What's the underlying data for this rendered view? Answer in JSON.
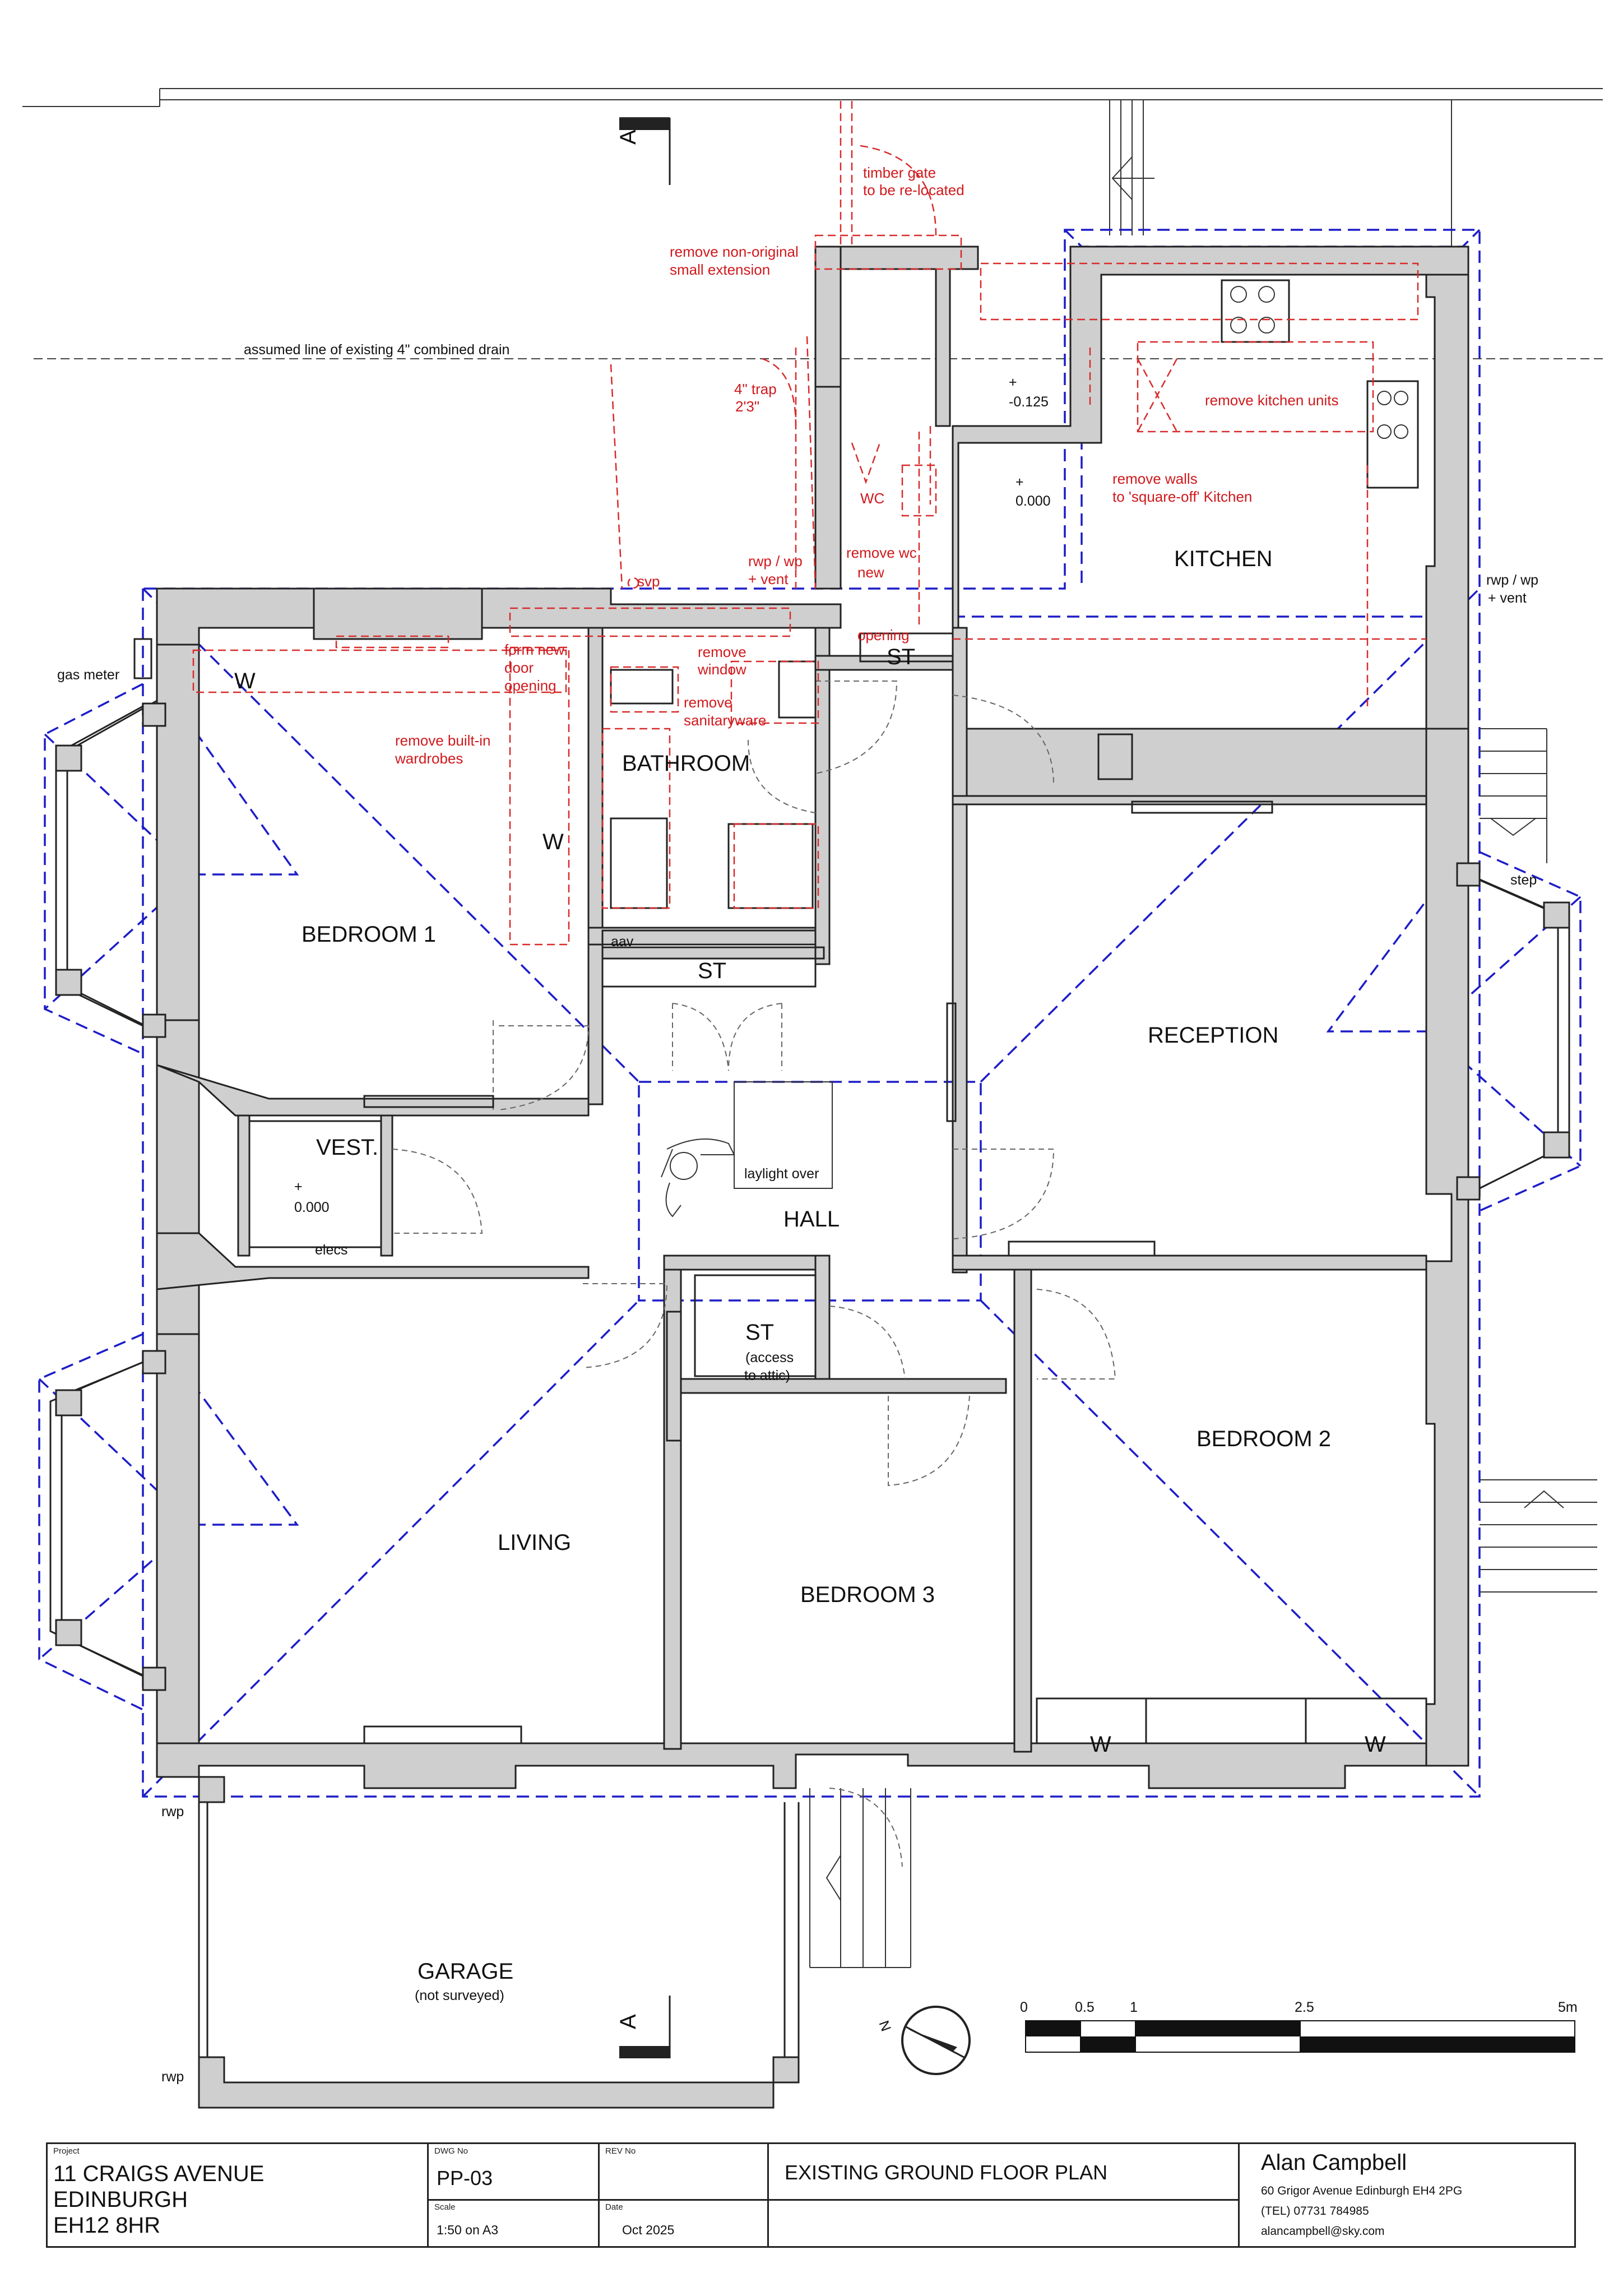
{
  "rooms": {
    "kitchen": "KITCHEN",
    "bathroom": "BATHROOM",
    "bedroom1": "BEDROOM 1",
    "bedroom2": "BEDROOM 2",
    "bedroom3": "BEDROOM 3",
    "reception": "RECEPTION",
    "hall": "HALL",
    "living": "LIVING",
    "vest": "VEST.",
    "garage": "GARAGE",
    "garage_note": "(not surveyed)",
    "st": "ST",
    "st_attic_1": "(access",
    "st_attic_2": "to attic)",
    "wc": "WC",
    "w": "W"
  },
  "notes": {
    "timber_gate_1": "timber gate",
    "timber_gate_2": "to be re-located",
    "remove_ext_1": "remove non-original",
    "remove_ext_2": "small extension",
    "trap_1": "4\" trap",
    "trap_2": "2'3\"",
    "remove_kitchen_units": "remove kitchen units",
    "remove_walls_1": "remove walls",
    "remove_walls_2": "to 'square-off' Kitchen",
    "remove_wc": "remove wc",
    "rwp_vent_1": "rwp / wp",
    "rwp_vent_2": "+ vent",
    "new_opening_1": "new",
    "new_opening_2": "opening",
    "remove_window_1": "remove",
    "remove_window_2": "window",
    "remove_sanitary_1": "remove",
    "remove_sanitary_2": "sanitaryware",
    "form_door_1": "form new",
    "form_door_2": "door",
    "form_door_3": "opening",
    "remove_wardrobes_1": "remove built-in",
    "remove_wardrobes_2": "wardrobes",
    "svp": "svp"
  },
  "labels": {
    "drain": "assumed line of existing 4\" combined drain",
    "gas_meter": "gas meter",
    "elecs": "elecs",
    "aav": "aav",
    "laylight": "laylight over",
    "step": "step",
    "rwp": "rwp",
    "rwp_wp_1": "rwp / wp",
    "rwp_wp_2": "+ vent",
    "level_plus": "+",
    "level_0": "0.000",
    "level_neg": "-0.125",
    "section_a": "A",
    "north": "N"
  },
  "scale_bar": {
    "ticks": [
      "0",
      "0.5",
      "1",
      "2.5",
      "5m"
    ],
    "values_m": [
      0,
      0.5,
      1,
      2.5,
      5
    ]
  },
  "title_block": {
    "project_caption": "Project",
    "project_line1": "11 CRAIGS AVENUE",
    "project_line2": "EDINBURGH",
    "project_line3": "EH12 8HR",
    "dwg_caption": "DWG No",
    "dwg_no": "PP-03",
    "rev_caption": "REV No",
    "rev_no": "",
    "scale_caption": "Scale",
    "scale": "1:50 on A3",
    "date_caption": "Date",
    "date": "Oct 2025",
    "drawing_title": "EXISTING GROUND FLOOR PLAN",
    "architect": "Alan Campbell",
    "address": "60 Grigor Avenue Edinburgh EH4 2PG",
    "tel": "(TEL) 07731 784985",
    "email": "alancampbell@sky.com"
  },
  "colors": {
    "walls": "#cfcfcf",
    "roof_outline": "#1d1dc8",
    "proposals": "#d0191d"
  }
}
